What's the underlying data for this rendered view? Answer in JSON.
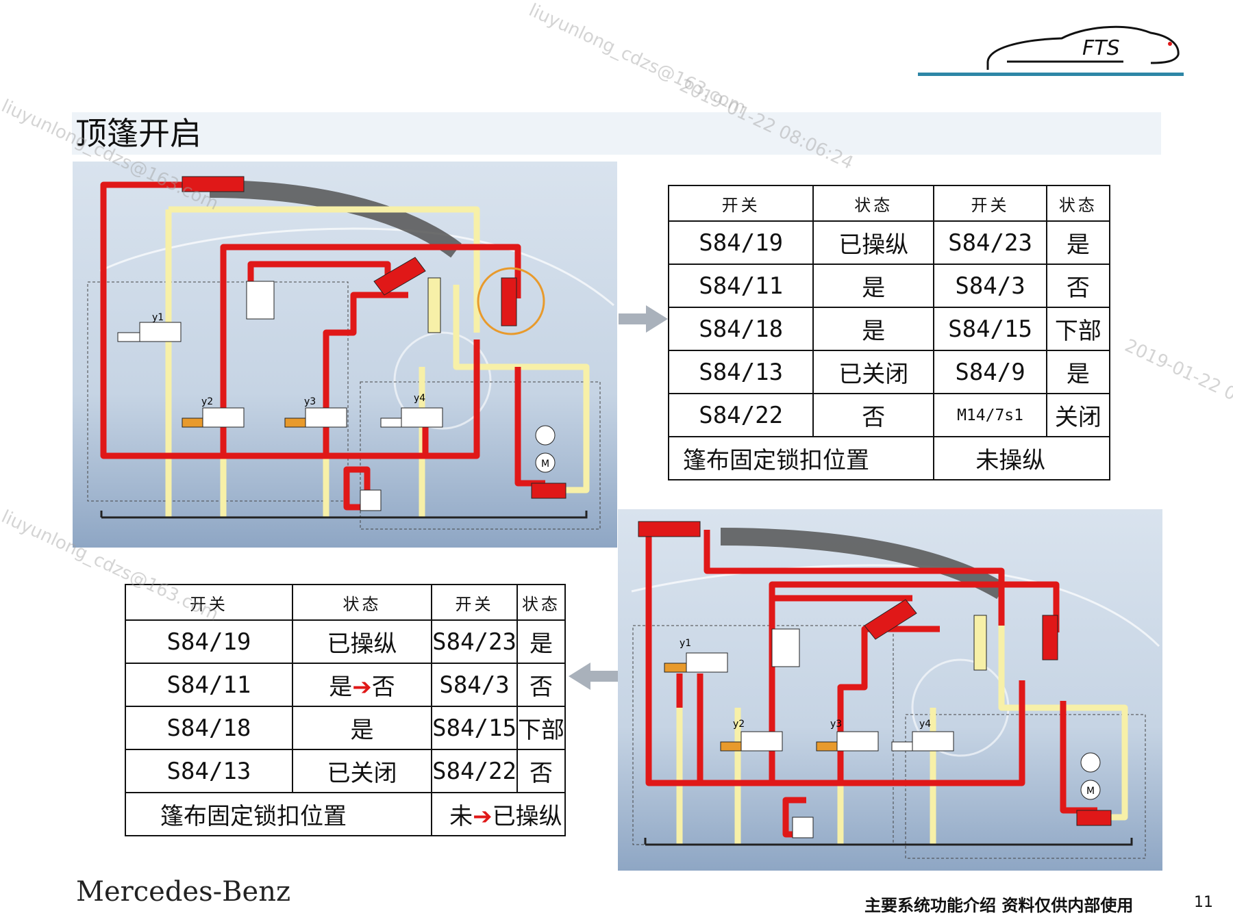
{
  "title": "顶篷开启",
  "logo_text": "FTS",
  "table1": {
    "headers": [
      "开关",
      "状态",
      "开关",
      "状态"
    ],
    "rows": [
      [
        "S84/19",
        "已操纵",
        "S84/23",
        "是"
      ],
      [
        "S84/11",
        "是",
        "S84/3",
        "否"
      ],
      [
        "S84/18",
        "是",
        "S84/15",
        "下部"
      ],
      [
        "S84/13",
        "已关闭",
        "S84/9",
        "是"
      ],
      [
        "S84/22",
        "否",
        "M14/7s1",
        "关闭"
      ]
    ],
    "footer_label": "篷布固定锁扣位置",
    "footer_value": "未操纵"
  },
  "table2": {
    "headers": [
      "开关",
      "状态",
      "开关",
      "状态"
    ],
    "rows": [
      [
        "S84/19",
        "已操纵",
        "S84/23",
        "是"
      ],
      [
        "S84/11",
        "是",
        "S84/3",
        "否"
      ],
      [
        "S84/18",
        "是",
        "S84/15",
        "下部"
      ],
      [
        "S84/13",
        "已关闭",
        "S84/22",
        "否"
      ]
    ],
    "row2_from": "是",
    "row2_to": "否",
    "footer_label": "篷布固定锁扣位置",
    "footer_from": "未",
    "footer_to": "已操纵"
  },
  "diagram_labels": {
    "valve_y1": "y1",
    "valve_y2": "y2",
    "valve_y3": "y3",
    "valve_y4": "y4",
    "motor": "M"
  },
  "brand": "Mercedes-Benz",
  "footer_text": "主要系统功能介绍  资料仅供内部使用",
  "page_number": "11",
  "watermarks": {
    "email": "liuyunlong_cdzs@163.com",
    "datetime": "2019-01-22 08:06:24"
  },
  "colors": {
    "pressure_line": "#e01818",
    "return_line": "#f7f0a8",
    "accent_orange": "#e89a2c",
    "logo_line": "#2d86a6"
  }
}
